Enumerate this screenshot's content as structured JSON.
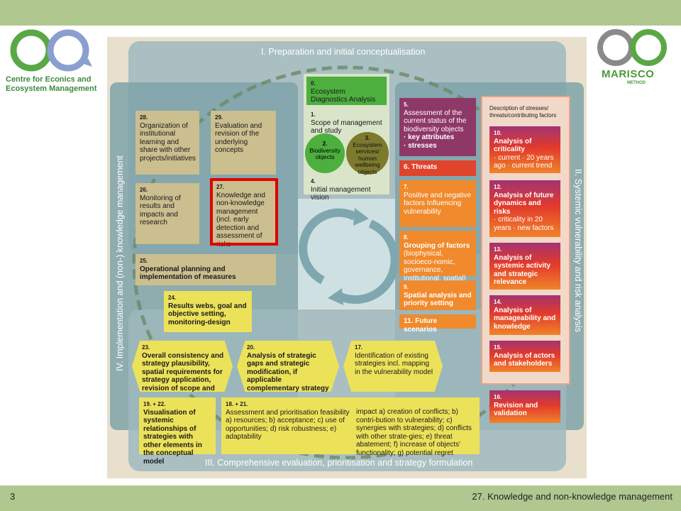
{
  "slide": {
    "number": "3",
    "title": "27. Knowledge and non-knowledge management"
  },
  "logos": {
    "left_line1": "Centre for Econics and",
    "left_line2": "Ecosystem Management",
    "right_name": "MARISCO",
    "right_sub": "METHOD"
  },
  "colors": {
    "band": "#b0c890",
    "highlight": "#e00000",
    "tan": "#cbbe8f",
    "yellow": "#ece25a",
    "orange": "#f08a2c"
  },
  "sections": {
    "s1": "I. Preparation and initial conceptualisation",
    "s2": "II. Systemic vulnerability and risk analysis",
    "s3": "III. Comprehensive evaluation, prioritisation and strategy formulation",
    "s4": "IV. Implementation and (non-) knowledge management"
  },
  "steps": {
    "s0_num": "0.",
    "s0_text": "Ecosystem Diagnostics Analysis",
    "s1_num": "1.",
    "s1_text": "Scope of management and study",
    "s2_num": "2.",
    "s2_text": "Biodiversity objects",
    "s3_num": "3.",
    "s3_text": "Ecosystem services/ human wellbeing objects",
    "s4_num": "4.",
    "s4_text": "Initial management vision",
    "s5_num": "5.",
    "s5_text": "Assessment of the current status of the biodiversity objects",
    "s5_b1": "· key attributes",
    "s5_b2": "· stresses",
    "s6_text": "6. Threats",
    "s7_num": "7.",
    "s7_text": "Positive and negative factors Influencing vulnerability",
    "s8_num": "8.",
    "s8_text": "Grouping of factors",
    "s8_sub": "(biophysical, socioeco-nomic, governance, institutional, spatial)",
    "s9_num": "9.",
    "s9_text": "Spatial analysis and priority setting",
    "s11_text": "11. Future scenarios",
    "desc_text": "Description of stresses/ threats/contributing factors",
    "s10_num": "10.",
    "s10_text": "Analysis of criticality",
    "s10_sub": "· current · 20 years ago · current trend",
    "s12_num": "12.",
    "s12_text": "Analysis of future dynamics and risks",
    "s12_sub": "· criticality in 20 years · new factors",
    "s13_num": "13.",
    "s13_text": "Analysis of systemic activity and strategic relevance",
    "s14_num": "14.",
    "s14_text": "Analysis of manageability and knowledge",
    "s15_num": "15.",
    "s15_text": "Analysis of actors and stakeholders",
    "s16_num": "16.",
    "s16_text": "Revision and validation",
    "s17_num": "17.",
    "s17_text": "Identification of existing strategies incl. mapping in the vulnerability model",
    "s18_num": "18. + 21.",
    "s18_text": "Assessment and prioritisation feasibility a) resources; b) acceptance; c) use of opportunities; d) risk robustness; e) adaptability",
    "s18_impact": "impact a) creation of conflicts; b) contri-bution to vulnerability; c) synergies with strategies; d) conflicts with other strate-gies; e) threat abatement; f) increase of objects' functionality; g) potential regret",
    "s19_num": "19. + 22.",
    "s19_text": "Visualisation of systemic relationships of strategies with other elements in the conceptual model",
    "s20_num": "20.",
    "s20_text": "Analysis of strategic gaps and strategic modification, if applicable complementary strategy formulation",
    "s23_num": "23.",
    "s23_text": "Overall consistency and strategy plausibility, spatial requirements for strategy application, revision of scope and vision",
    "s24_num": "24.",
    "s24_text": "Results webs, goal and objective setting, monitoring-design",
    "s25_num": "25.",
    "s25_text": "Operational planning and implementation of measures",
    "s26_num": "26.",
    "s26_text": "Monitoring of results and impacts and research",
    "s27_num": "27.",
    "s27_text": "Knowledge and non-knowledge management (incl. early detection and assessment of risks",
    "s28_num": "28.",
    "s28_text": "Organization of institutional learning and share with other projects/initiatives",
    "s29_num": "29.",
    "s29_text": "Evaluation and revision of the underlying concepts"
  }
}
